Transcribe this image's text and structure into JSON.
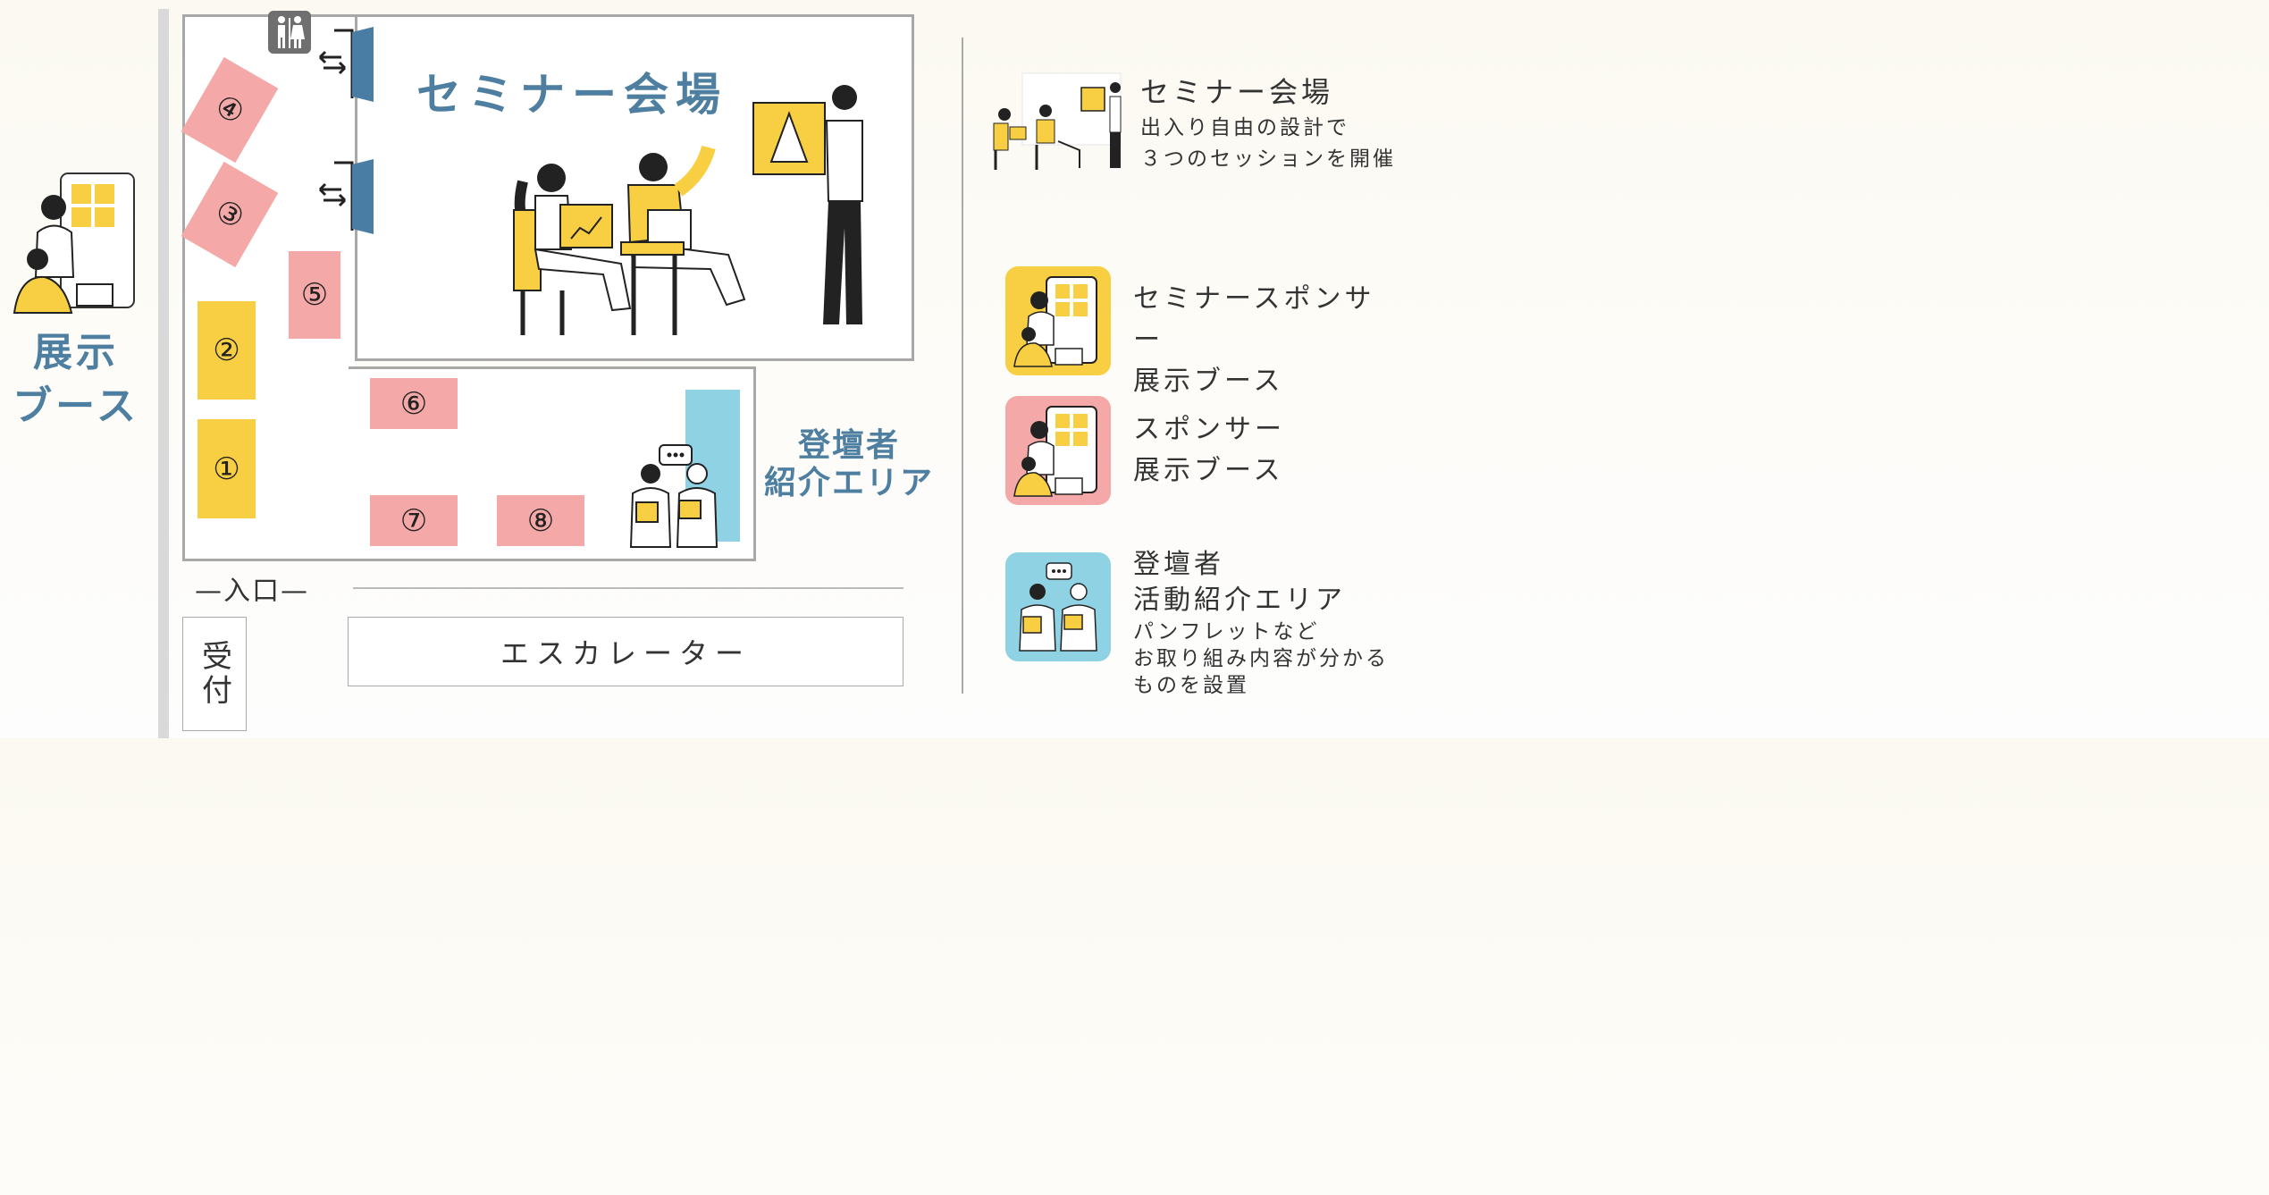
{
  "floor": {
    "seminar_title": "セミナー会場",
    "exhibit_label_line1": "展示",
    "exhibit_label_line2": "ブース",
    "speaker_area_line1": "登壇者",
    "speaker_area_line2": "紹介エリア",
    "entrance_label": "—入口—",
    "reception_label": "受付",
    "escalator_label": "エスカレーター",
    "restroom_icon": "restroom-icon",
    "door_icon": "door-arrow-icon"
  },
  "booths": {
    "b1": "①",
    "b2": "②",
    "b3": "③",
    "b4": "④",
    "b5": "⑤",
    "b6": "⑥",
    "b7": "⑦",
    "b8": "⑧"
  },
  "legend": {
    "seminar_title": "セミナー会場",
    "seminar_desc_line1": "出入り自由の設計で",
    "seminar_desc_line2": "３つのセッションを開催",
    "seminar_sponsor_line1": "セミナースポンサー",
    "seminar_sponsor_line2": "展示ブース",
    "sponsor_line1": "スポンサー",
    "sponsor_line2": "展示ブース",
    "speaker_line1": "登壇者",
    "speaker_line2": "活動紹介エリア",
    "speaker_desc_line1": "パンフレットなど",
    "speaker_desc_line2": "お取り組み内容が分かる",
    "speaker_desc_line3": "ものを設置"
  },
  "colors": {
    "yellow": "#f8ce43",
    "pink": "#f5a8a8",
    "blue": "#8ed2e4",
    "title_blue": "#4e7fa0",
    "door_blue": "#4a7da3"
  }
}
